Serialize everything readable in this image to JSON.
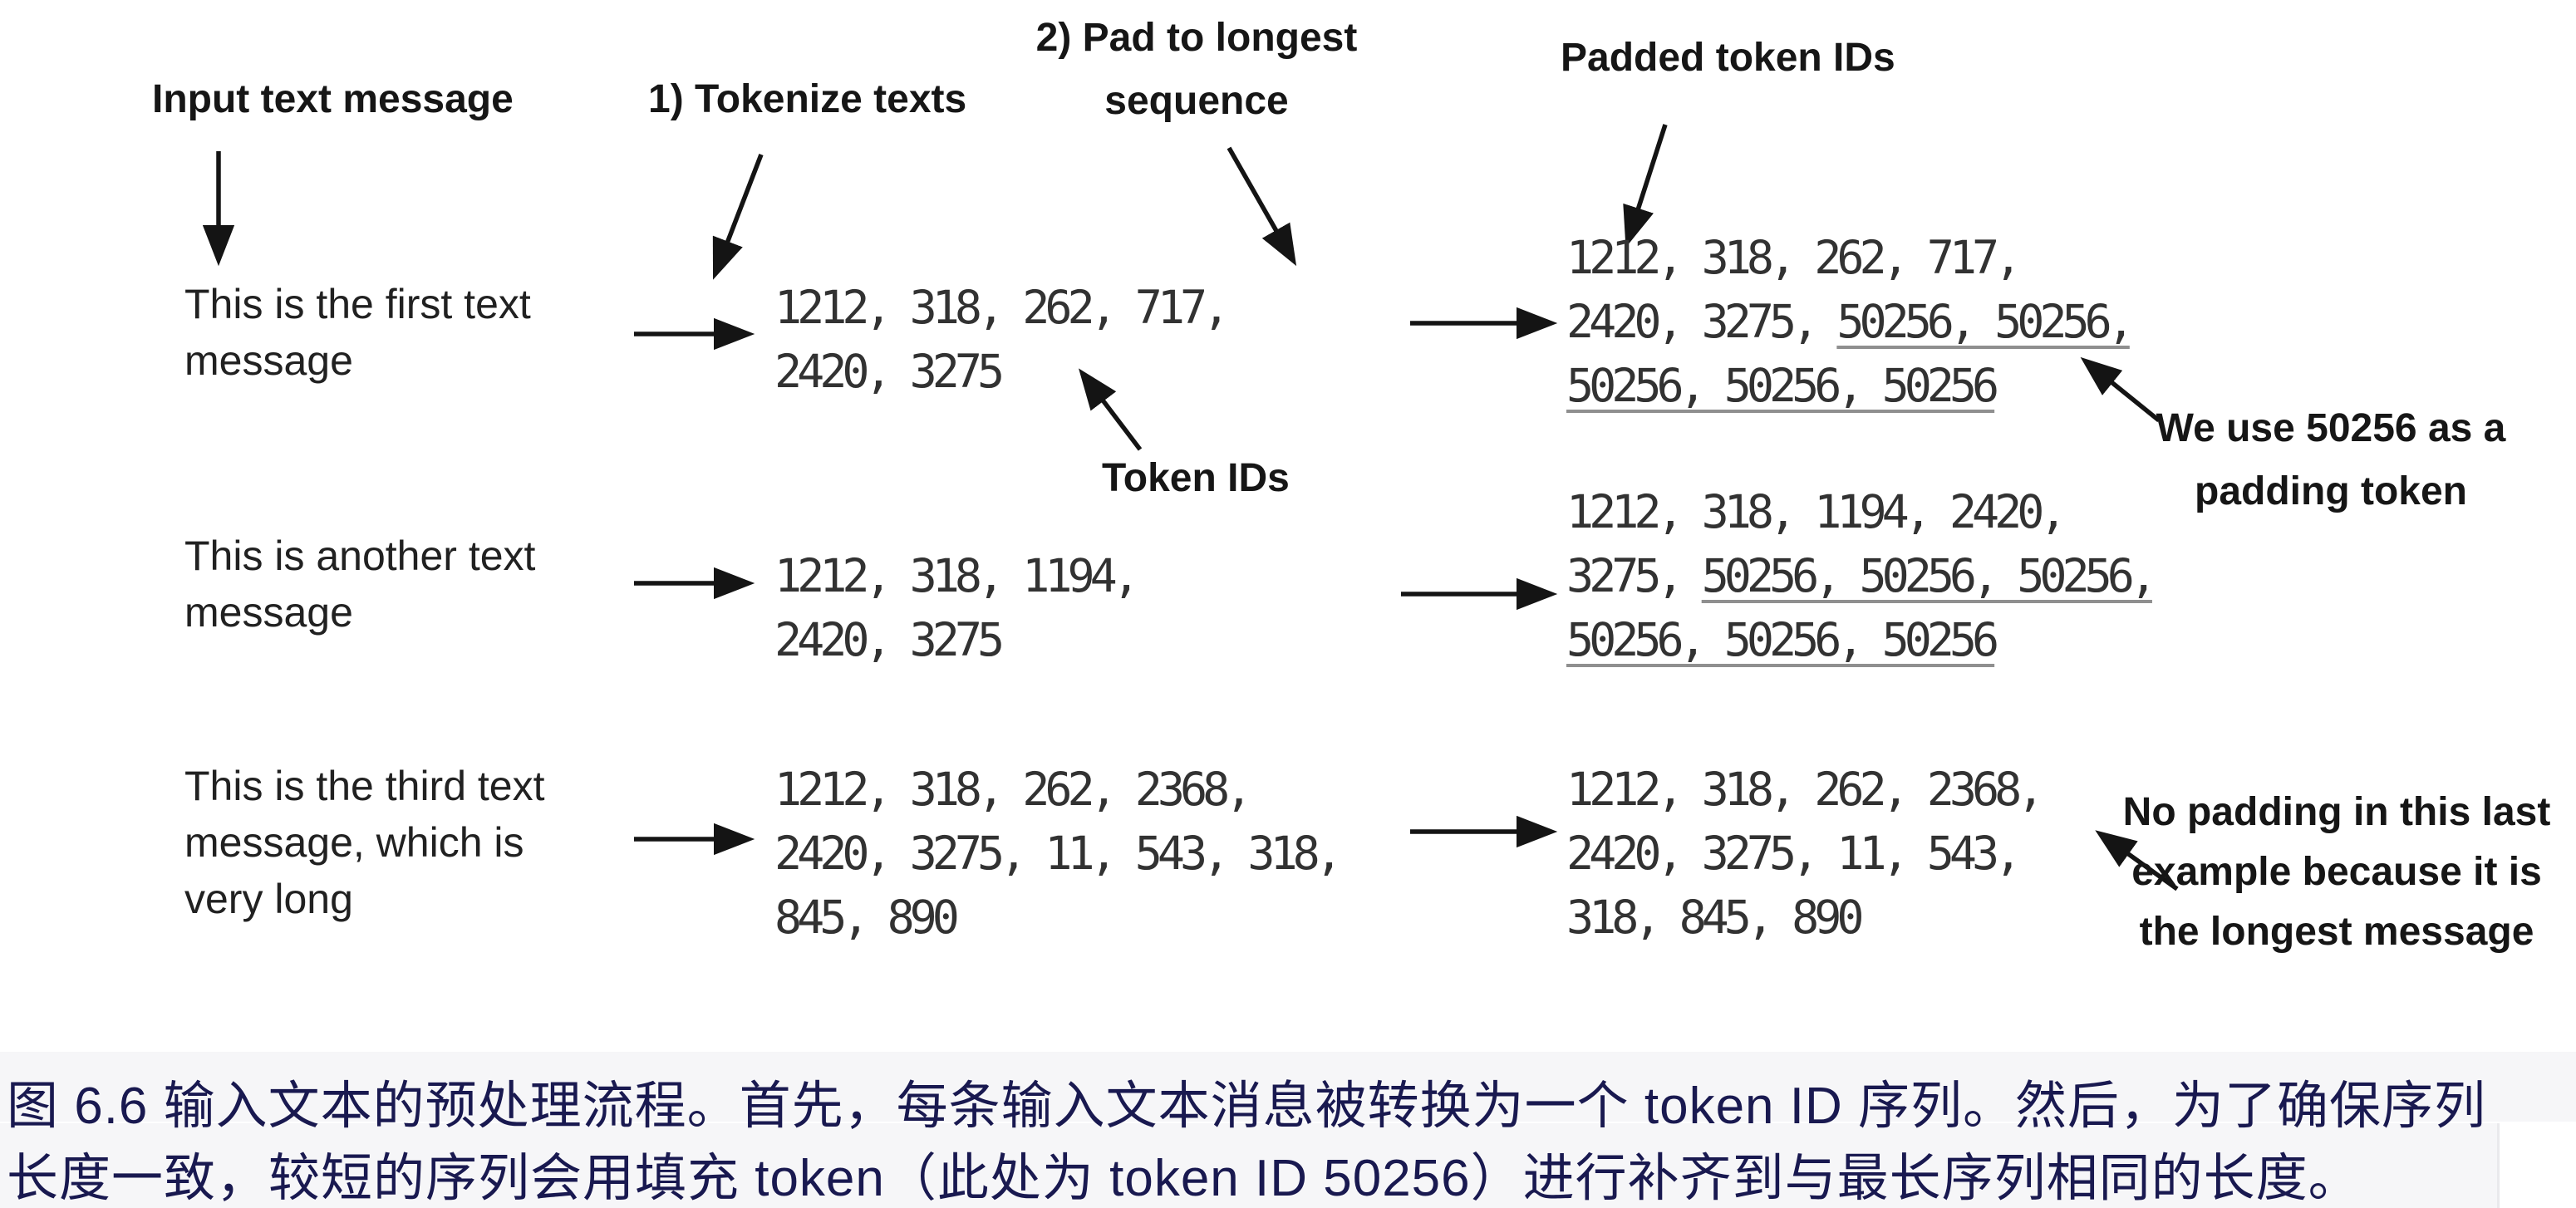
{
  "figure": {
    "labels": {
      "input": "Input text message",
      "tokenize": "1) Tokenize texts",
      "pad_line1": "2) Pad to longest",
      "pad_line2": "sequence",
      "padded": "Padded token IDs",
      "token_ids": "Token IDs"
    },
    "rows": [
      {
        "input_text": [
          "This is the first text",
          "message"
        ],
        "token_ids": [
          "1212, 318, 262, 717,",
          "2420, 3275"
        ],
        "padded_ids": [
          [
            {
              "t": "1212, 318, 262, 717,",
              "u": false
            }
          ],
          [
            {
              "t": "2420, 3275, ",
              "u": false
            },
            {
              "t": "50256, 50256,",
              "u": true
            }
          ],
          [
            {
              "t": "50256, 50256, 50256",
              "u": true
            }
          ]
        ]
      },
      {
        "input_text": [
          "This is another text",
          "message"
        ],
        "token_ids": [
          "1212, 318, 1194,",
          "2420, 3275"
        ],
        "padded_ids": [
          [
            {
              "t": "1212, 318, 1194, 2420,",
              "u": false
            }
          ],
          [
            {
              "t": "3275, ",
              "u": false
            },
            {
              "t": "50256, 50256, 50256,",
              "u": true
            }
          ],
          [
            {
              "t": "50256, 50256, 50256",
              "u": true
            }
          ]
        ]
      },
      {
        "input_text": [
          "This is the third text",
          "message, which is",
          "very long"
        ],
        "token_ids": [
          "1212, 318, 262, 2368,",
          "2420, 3275, 11, 543, 318,",
          "845, 890"
        ],
        "padded_ids": [
          [
            {
              "t": "1212, 318, 262, 2368,",
              "u": false
            }
          ],
          [
            {
              "t": "2420, 3275, 11, 543,",
              "u": false
            }
          ],
          [
            {
              "t": "318, 845, 890",
              "u": false
            }
          ]
        ]
      }
    ],
    "annotations": {
      "padding_token": [
        "We use 50256 as a",
        "padding token"
      ],
      "no_padding": [
        "No padding in this last",
        "example because it is",
        "the longest message"
      ]
    }
  },
  "caption": {
    "line1": "图 6.6 输入文本的预处理流程。首先，每条输入文本消息被转换为一个 token ID 序列。然后，为了确保序列",
    "line2": "长度一致，较短的序列会用填充 token（此处为 token ID 50256）进行补齐到与最长序列相同的长度。"
  },
  "colors": {
    "ink": "#161616",
    "mono_text": "#323232",
    "underline": "#8f8f8f",
    "arrow": "#141414",
    "caption_text": "#191950",
    "caption_strip": "#f6f6f8",
    "background": "#ffffff"
  }
}
